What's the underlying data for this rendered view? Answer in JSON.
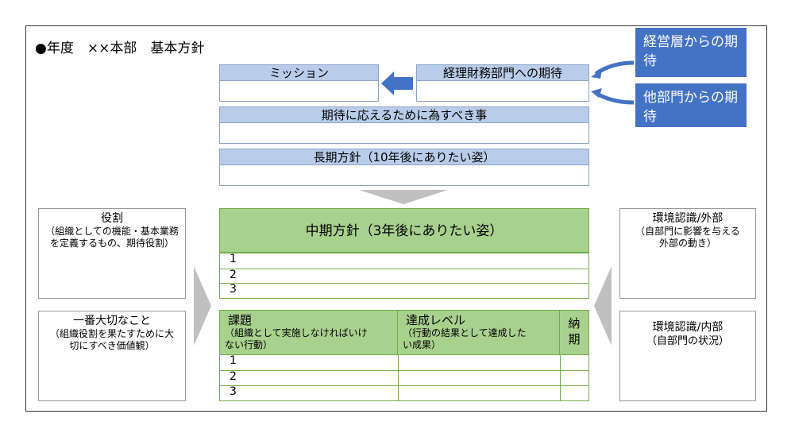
{
  "title": "●年度　××本部　基本方針",
  "mission": {
    "label": "ミッション"
  },
  "expectation": {
    "label": "経理財務部門への期待"
  },
  "todo": {
    "label": "期待に応えるために為すべき事"
  },
  "long_term": {
    "label": "長期方針（10年後にありたい姿）"
  },
  "mid_term": {
    "label": "中期方針（3年後にありたい姿）",
    "rows": [
      "1",
      "2",
      "3"
    ]
  },
  "issues": {
    "col1_title": "課題",
    "col1_sub": "（組織として実施しなければいけない行動）",
    "col2_title": "達成レベル",
    "col2_sub": "（行動の結果として達成したい成果）",
    "col3_title": "納期",
    "rows": [
      "1",
      "2",
      "3"
    ]
  },
  "left": {
    "role_title": "役割",
    "role_sub": "（組織としての機能・基本業務を定義するもの、期待役割）",
    "important_title": "一番大切なこと",
    "important_sub": "（組織役割を果たすために大切にすべき価値観）"
  },
  "right": {
    "external_title": "環境認識/外部",
    "external_sub": "（自部門に影響を与える外部の動き）",
    "internal_title": "環境認識/内部",
    "internal_sub": "（自部門の状況）"
  },
  "flags": {
    "management": "経営層からの期待",
    "other_dept": "他部門からの期待"
  },
  "colors": {
    "blue": "#4472c4",
    "green": "#a9d18e",
    "light_blue": "#b9cdea",
    "gray_arrow": "#c0c0c0"
  }
}
